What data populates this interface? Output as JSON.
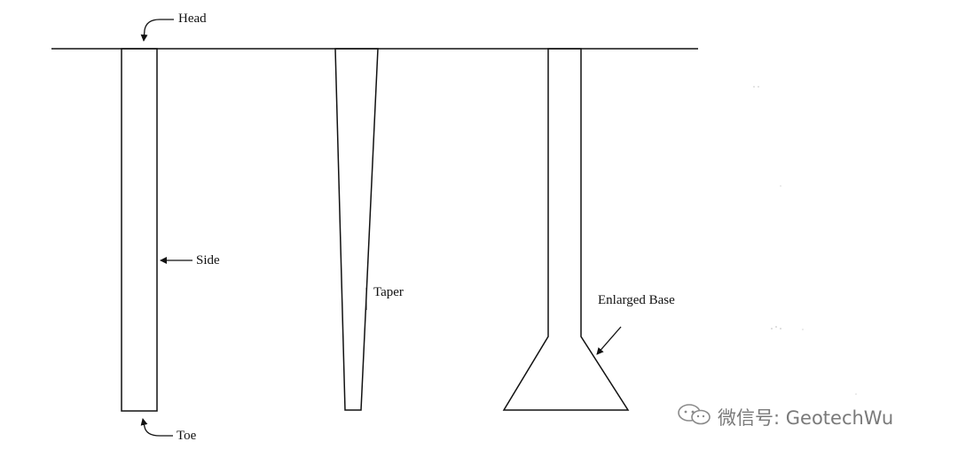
{
  "labels": {
    "head": "Head",
    "side": "Side",
    "toe": "Toe",
    "taper": "Taper",
    "enlarged_base": "Enlarged Base"
  },
  "watermark": {
    "text": "微信号: GeotechWu",
    "icon": "wechat-icon"
  }
}
